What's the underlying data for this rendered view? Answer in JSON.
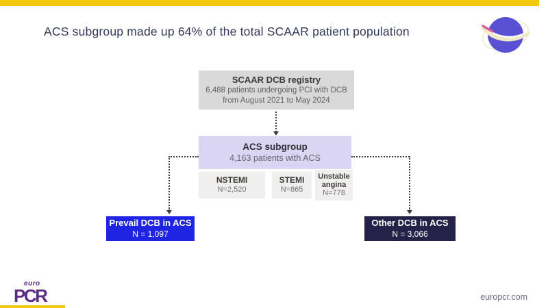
{
  "slide": {
    "title": "ACS subgroup made up 64% of the total SCAAR patient population",
    "accent_color": "#F2C90F",
    "title_color": "#32395C"
  },
  "flowchart": {
    "root": {
      "title": "SCAAR DCB registry",
      "line1": "6,488 patients undergoing PCI with DCB",
      "line2": "from August 2021 to May 2024",
      "bg_color": "#D9D9D9"
    },
    "acs": {
      "title": "ACS subgroup",
      "subtitle": "4,163 patients with ACS",
      "bg_color": "#DAD5F2"
    },
    "subtypes": [
      {
        "label": "NSTEMI",
        "n": "N=2,520"
      },
      {
        "label": "STEMI",
        "n": "N=865"
      },
      {
        "label": "Unstable angina",
        "n": "N=778"
      }
    ],
    "leaves": [
      {
        "label": "Prevail DCB in ACS",
        "n": "N = 1,097",
        "bg_color": "#1E24E1"
      },
      {
        "label": "Other DCB in ACS",
        "n": "N = 3,066",
        "bg_color": "#242248"
      }
    ]
  },
  "branding": {
    "globe_icon": "pcr-planet-logo",
    "logo_top": "euro",
    "logo_main": "PCR",
    "logo_color": "#5B2C86",
    "website": "europcr.com"
  }
}
